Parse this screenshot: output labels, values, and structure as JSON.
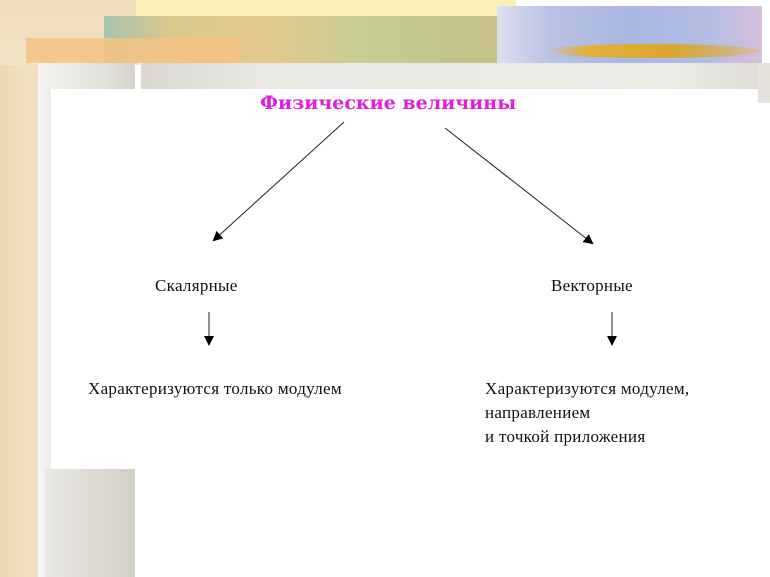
{
  "diagram": {
    "title": "Физические величины",
    "title_color": "#e01ee0",
    "branches": [
      {
        "label": "Скалярные",
        "description_lines": [
          "Характеризуются только модулем"
        ]
      },
      {
        "label": "Векторные",
        "description_lines": [
          "Характеризуются модулем,",
          "направлением",
          "и точкой приложения"
        ]
      }
    ],
    "edges": [
      {
        "from": "Физические величины",
        "to": "Скалярные"
      },
      {
        "from": "Физические величины",
        "to": "Векторные"
      },
      {
        "from": "Скалярные",
        "to": "Характеризуются только модулем"
      },
      {
        "from": "Векторные",
        "to": "Характеризуются модулем, направлением и точкой приложения"
      }
    ]
  }
}
